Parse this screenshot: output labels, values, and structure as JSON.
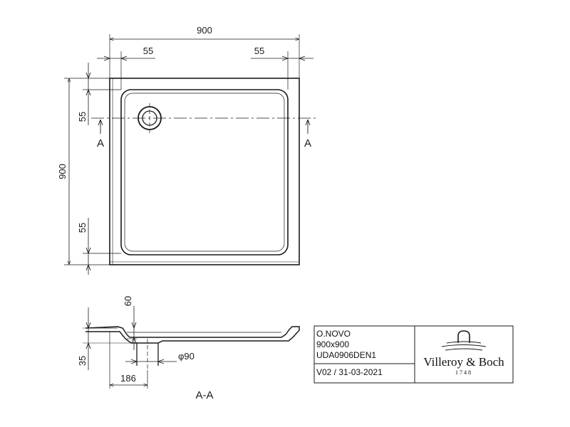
{
  "plan_view": {
    "dim_overall_width": "900",
    "dim_overall_height": "900",
    "dim_left_offset": "55",
    "dim_right_offset": "55",
    "dim_top_offset": "55",
    "dim_bottom_offset": "55",
    "section_mark_left": "A",
    "section_mark_right": "A"
  },
  "section_view": {
    "dim_depth": "60",
    "dim_height": "35",
    "dim_drain_diameter": "φ90",
    "dim_drain_offset": "186",
    "section_label": "A-A"
  },
  "title_block": {
    "product_name": "O.NOVO",
    "size": "900x900",
    "article_code": "UDA0906DEN1",
    "revision": "V02 / 31-03-2021",
    "brand": "Villeroy & Boch",
    "brand_year": "1748"
  }
}
